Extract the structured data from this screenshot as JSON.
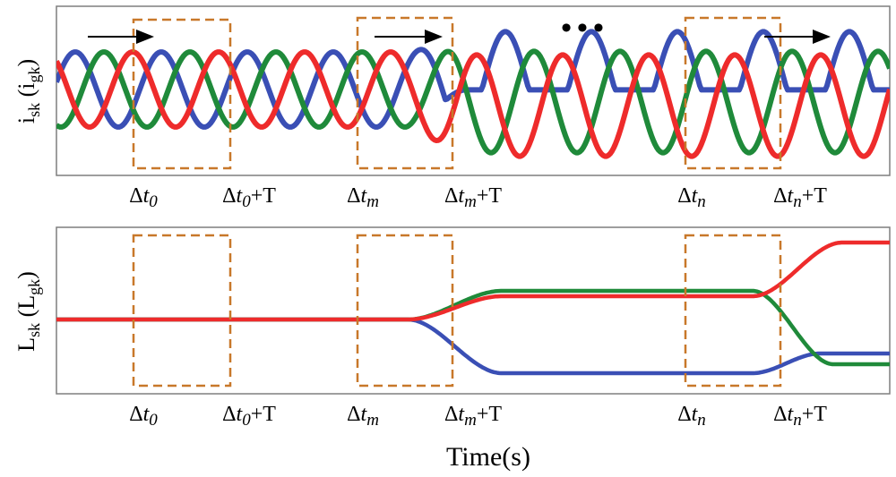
{
  "figure": {
    "top_panel": {
      "ylabel_main": "i",
      "ylabel_sub": "sk",
      "ylabel_paren_main": "i",
      "ylabel_paren_sub": "gk",
      "ellipsis": "•••"
    },
    "bottom_panel": {
      "ylabel_main": "L",
      "ylabel_sub": "sk",
      "ylabel_paren_main": "L",
      "ylabel_paren_sub": "gk"
    },
    "xlabel": "Time(s)",
    "ticks": [
      {
        "id": "t0",
        "delta": "Δ",
        "var": "t",
        "sub": "0",
        "suffix": ""
      },
      {
        "id": "t0T",
        "delta": "Δ",
        "var": "t",
        "sub": "0",
        "suffix": "+T"
      },
      {
        "id": "tm",
        "delta": "Δ",
        "var": "t",
        "sub": "m",
        "suffix": ""
      },
      {
        "id": "tmT",
        "delta": "Δ",
        "var": "t",
        "sub": "m",
        "suffix": "+T"
      },
      {
        "id": "tn",
        "delta": "Δ",
        "var": "t",
        "sub": "n",
        "suffix": ""
      },
      {
        "id": "tnT",
        "delta": "Δ",
        "var": "t",
        "sub": "n",
        "suffix": "+T"
      }
    ],
    "colors": {
      "blue": "#3a4fb5",
      "green": "#1f8a3a",
      "red": "#ee2b2b",
      "window": "#c8782a",
      "arrow": "#000000",
      "frame": "#7f7f7f"
    }
  }
}
